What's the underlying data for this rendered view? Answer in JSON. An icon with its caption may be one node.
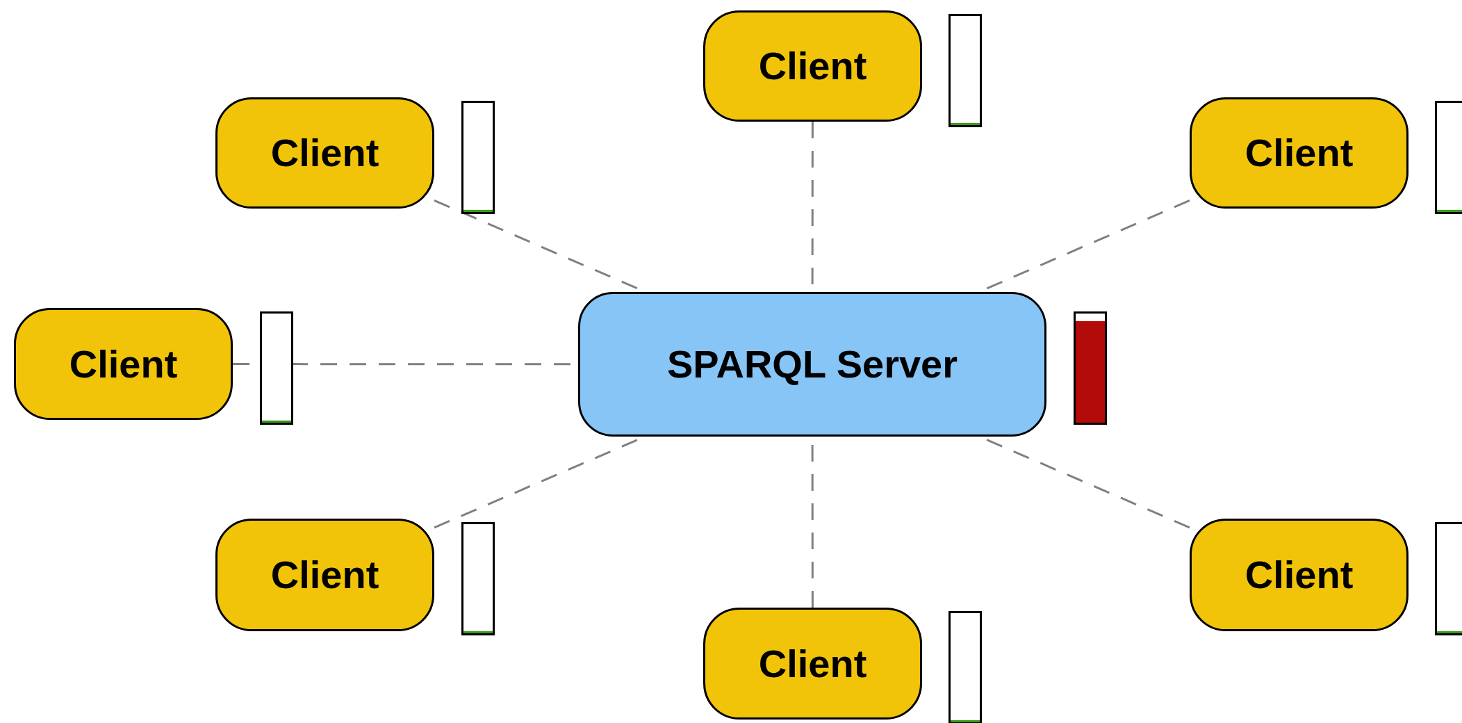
{
  "diagram": {
    "nodes": [
      {
        "text": [
          "Client"
        ]
      },
      {
        "text": [
          "Client"
        ]
      },
      {
        "text": [
          "Client"
        ]
      },
      {
        "text": [
          "SPARQL Server"
        ]
      },
      {
        "text": [
          "Client"
        ]
      },
      {
        "text": [
          "Client"
        ]
      },
      {
        "text": [
          "Client"
        ]
      },
      {
        "text": [
          "Client"
        ]
      }
    ],
    "edges": [
      {
        "from": 0,
        "to": 3,
        "arrow": "none",
        "style": "dashed"
      },
      {
        "from": 1,
        "to": 3,
        "arrow": "none",
        "style": "dashed"
      },
      {
        "from": 2,
        "to": 3,
        "arrow": "none",
        "style": "dashed"
      },
      {
        "from": 4,
        "to": 3,
        "arrow": "none",
        "style": "dashed"
      },
      {
        "from": 5,
        "to": 3,
        "arrow": "none",
        "style": "dashed"
      },
      {
        "from": 6,
        "to": 3,
        "arrow": "none",
        "style": "dashed"
      },
      {
        "from": 7,
        "to": 3,
        "arrow": "none",
        "style": "dashed"
      }
    ]
  }
}
